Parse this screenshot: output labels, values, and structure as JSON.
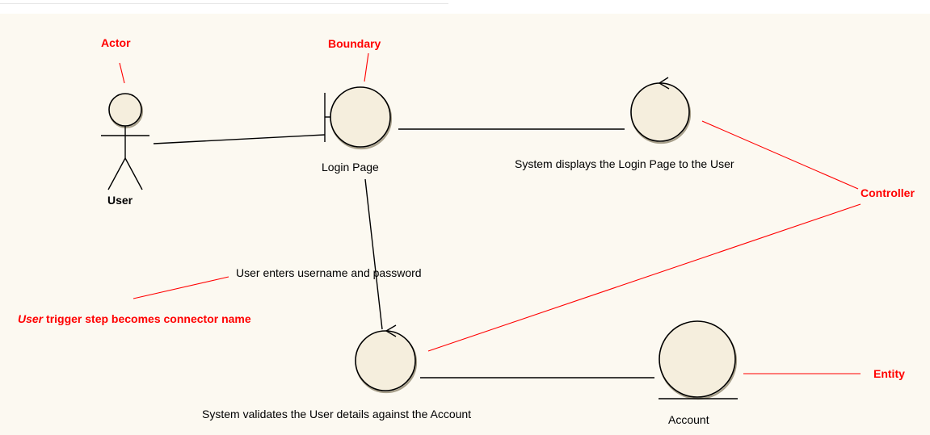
{
  "diagram": {
    "elements": {
      "user": {
        "name": "User"
      },
      "login_page": {
        "name": "Login Page"
      },
      "display_controller": {
        "name": "System displays the Login Page to the User"
      },
      "validate_controller": {
        "name": "System validates the User details against the Account"
      },
      "account": {
        "name": "Account"
      }
    },
    "connectors": {
      "login_to_validate": {
        "name": "User enters username and password"
      }
    },
    "annotations": {
      "actor": "Actor",
      "boundary": "Boundary",
      "controller": "Controller",
      "entity": "Entity",
      "trigger_emphasis": "User",
      "trigger_rest": " trigger step becomes connector name"
    }
  },
  "colors": {
    "canvas": "#fcf9f1",
    "shape_fill": "#f5eedd",
    "annotation": "#ff0000"
  }
}
